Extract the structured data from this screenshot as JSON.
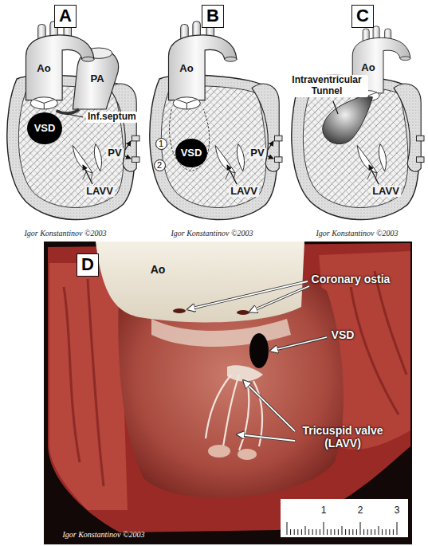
{
  "diagram": {
    "nodes": [
      {
        "text": [
          "A"
        ]
      },
      {
        "text": [
          "VSD"
        ]
      },
      {
        "text": [
          "B"
        ]
      },
      {
        "text": [
          "1"
        ]
      },
      {
        "text": [
          "2"
        ]
      },
      {
        "text": [
          "VSD"
        ]
      },
      {
        "text": [
          "C"
        ]
      },
      {
        "text": [
          "D"
        ]
      }
    ],
    "labels": [
      "Ao",
      "PA",
      "Inf.septum",
      "PV",
      "LAVV",
      "Igor Konstantinov ©2003",
      "Ao",
      "PV",
      "LAVV",
      "Igor Konstantinov ©2003",
      "Intraventricular Tunnel",
      "Ao",
      "LAVV",
      "Igor Konstantinov ©2003",
      "Ao",
      "Coronary ostia",
      "VSD",
      "Tricuspid valve (LAVV)",
      "1",
      "2",
      "3",
      "Igor Konstantinov ©2003"
    ]
  }
}
